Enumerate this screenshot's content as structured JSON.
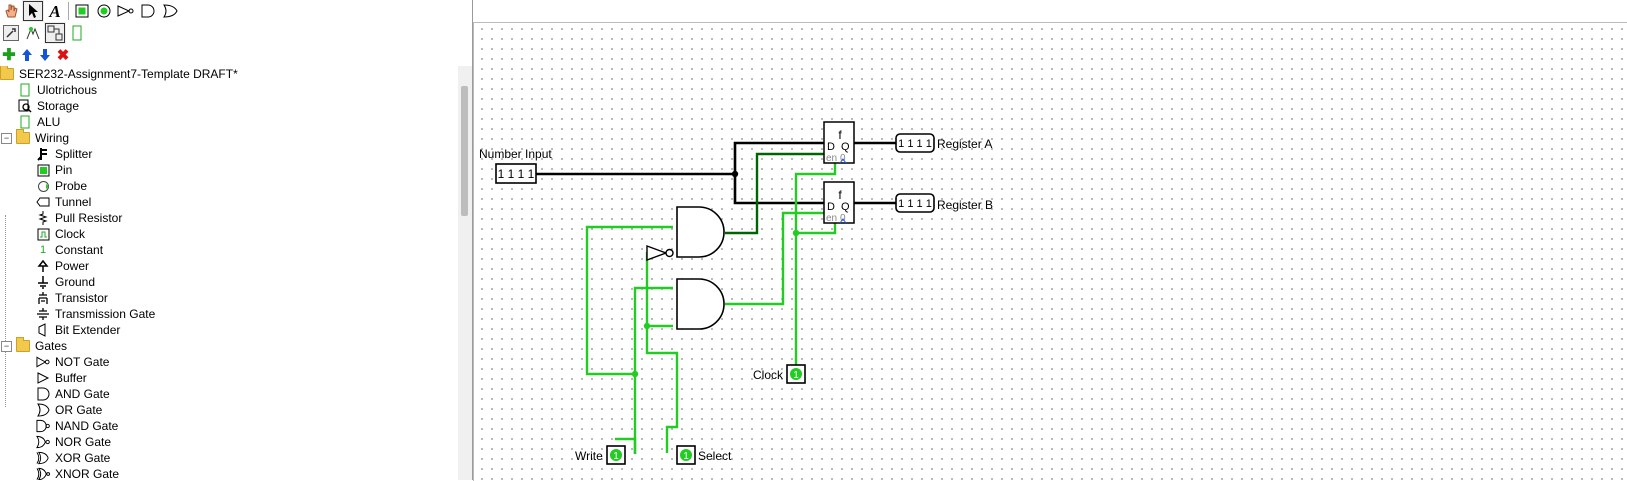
{
  "project": {
    "name": "SER232-Assignment7-Template DRAFT*"
  },
  "tree": {
    "circuits": [
      {
        "label": "Ulotrichous"
      },
      {
        "label": "Storage"
      },
      {
        "label": "ALU"
      }
    ],
    "wiring": {
      "label": "Wiring",
      "items": [
        {
          "label": "Splitter"
        },
        {
          "label": "Pin"
        },
        {
          "label": "Probe"
        },
        {
          "label": "Tunnel"
        },
        {
          "label": "Pull Resistor"
        },
        {
          "label": "Clock"
        },
        {
          "label": "Constant"
        },
        {
          "label": "Power"
        },
        {
          "label": "Ground"
        },
        {
          "label": "Transistor"
        },
        {
          "label": "Transmission Gate"
        },
        {
          "label": "Bit Extender"
        }
      ]
    },
    "gates": {
      "label": "Gates",
      "items": [
        {
          "label": "NOT Gate"
        },
        {
          "label": "Buffer"
        },
        {
          "label": "AND Gate"
        },
        {
          "label": "OR Gate"
        },
        {
          "label": "NAND Gate"
        },
        {
          "label": "NOR Gate"
        },
        {
          "label": "XOR Gate"
        },
        {
          "label": "XNOR Gate"
        }
      ]
    }
  },
  "canvas": {
    "labels": {
      "number_input": "Number Input",
      "register_a": "Register A",
      "register_b": "Register B",
      "clock": "Clock",
      "write": "Write",
      "select": "Select"
    },
    "pin_values": {
      "number_input": "1 1 1 1",
      "register_a": "1 1 1 1",
      "register_b": "1 1 1 1",
      "clock": "1",
      "write": "1",
      "select": "1"
    },
    "register_text": {
      "letter": "f",
      "d": "D",
      "q": "Q",
      "en": "en",
      "zero": "0"
    }
  },
  "colors": {
    "wire_on": "#22cc22",
    "wire_dark": "#006400",
    "bus": "#000000",
    "pin_fill": "#22cc22"
  }
}
